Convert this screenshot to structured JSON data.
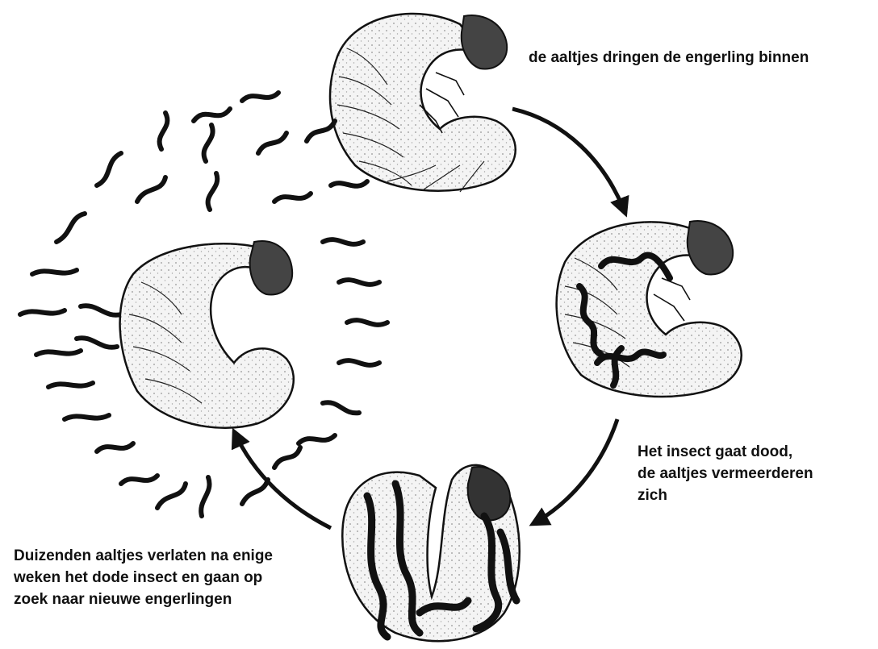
{
  "diagram": {
    "steps": [
      {
        "id": "infection",
        "caption_lines": [
          "de aaltjes dringen de engerling binnen"
        ]
      },
      {
        "id": "reproduction",
        "caption_lines": [
          "Het insect gaat dood,",
          "de aaltjes vermeerderen",
          "zich"
        ]
      },
      {
        "id": "release",
        "caption_lines": [
          "Duizenden aaltjes verlaten na enige",
          "weken het dode insect en gaan op",
          "zoek naar nieuwe engerlingen"
        ]
      }
    ],
    "colors": {
      "ink": "#111111",
      "larva_fill": "#f4f4f4",
      "background": "#ffffff"
    }
  }
}
